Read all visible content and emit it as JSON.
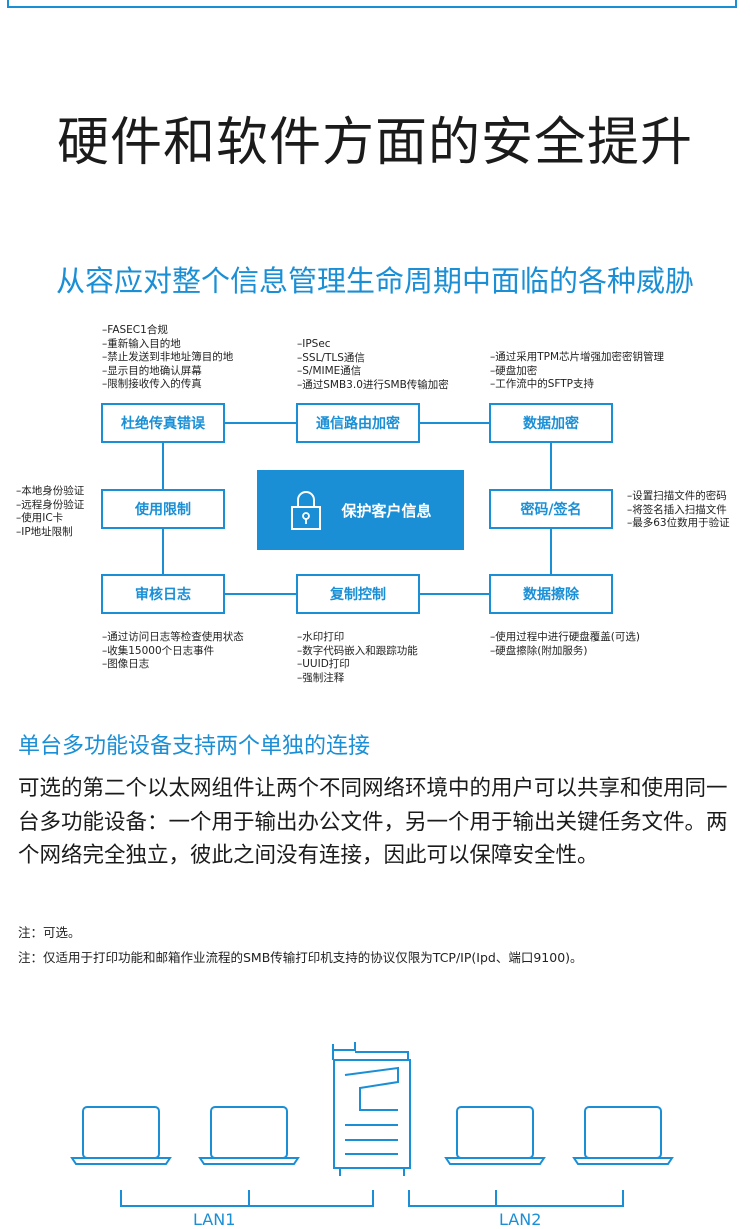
{
  "title": "硬件和软件方面的安全提升",
  "subtitle": "从容应对整个信息管理生命周期中面临的各种威胁",
  "diagram": {
    "center": "保护客户信息",
    "center_icon": "lock-icon",
    "nodes": {
      "fax": "杜绝传真错误",
      "comm": "通信路由加密",
      "data_enc": "数据加密",
      "usage": "使用限制",
      "password": "密码/签名",
      "audit": "审核日志",
      "copy": "复制控制",
      "erase": "数据擦除"
    },
    "notes": {
      "fax": [
        "–FASEC1合规",
        "–重新输入目的地",
        "–禁止发送到非地址簿目的地",
        "–显示目的地确认屏幕",
        "–限制接收传入的传真"
      ],
      "comm": [
        "–IPSec",
        "–SSL/TLS通信",
        "–S/MIME通信",
        "–通过SMB3.0进行SMB传输加密"
      ],
      "data_enc": [
        "–通过采用TPM芯片增强加密密钥管理",
        "–硬盘加密",
        "–工作流中的SFTP支持"
      ],
      "usage": [
        "–本地身份验证",
        "–远程身份验证",
        "–使用IC卡",
        "–IP地址限制"
      ],
      "password": [
        "–设置扫描文件的密码",
        "–将签名插入扫描文件",
        "–最多63位数用于验证"
      ],
      "audit": [
        "–通过访问日志等检查使用状态",
        "–收集15000个日志事件",
        "–图像日志"
      ],
      "copy": [
        "–水印打印",
        "–数字代码嵌入和跟踪功能",
        "–UUID打印",
        "–强制注释"
      ],
      "erase": [
        "–使用过程中进行硬盘覆盖(可选)",
        "–硬盘擦除(附加服务)"
      ]
    }
  },
  "section": {
    "heading": "单台多功能设备支持两个单独的连接",
    "paragraph": "可选的第二个以太网组件让两个不同网络环境中的用户可以共享和使用同一台多功能设备：一个用于输出办公文件，另一个用于输出关键任务文件。两个网络完全独立，彼此之间没有连接，因此可以保障安全性。",
    "footnote1": "注：可选。",
    "footnote2": "注：仅适用于打印功能和邮箱作业流程的SMB传输打印机支持的协议仅限为TCP/IP(Ipd、端口9100)。"
  },
  "network": {
    "lan1": "LAN1",
    "lan2": "LAN2",
    "icons": [
      "laptop-icon",
      "printer-icon"
    ]
  },
  "colors": {
    "accent": "#1a8fd6",
    "text": "#1b1b1b"
  }
}
